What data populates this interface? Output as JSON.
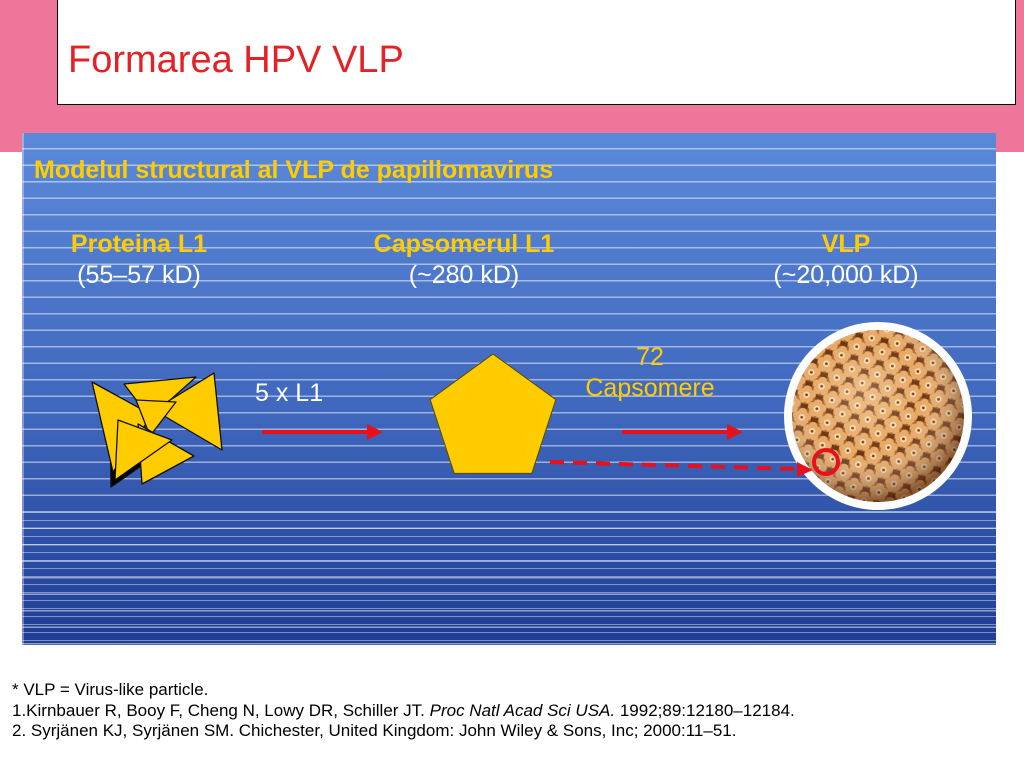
{
  "slide": {
    "title": "Formarea HPV VLP"
  },
  "panel": {
    "heading": "Modelul structural al VLP de papillomavirus",
    "stages": [
      {
        "name": "Proteina L1",
        "mass": "(55–57 kD)"
      },
      {
        "name": "Capsomerul L1",
        "mass": "(~280 kD)"
      },
      {
        "name": "VLP",
        "mass": "(~20,000 kD)"
      }
    ],
    "steps": [
      {
        "label": "5 x L1"
      },
      {
        "count": "72",
        "label": "Capsomere"
      }
    ]
  },
  "footnotes": {
    "definition": "* VLP = Virus-like particle.",
    "ref1": {
      "authors": "1.Kirnbauer R, Booy F, Cheng N, Lowy DR, Schiller JT. ",
      "journal": "Proc Natl Acad Sci USA.",
      "citation": " 1992;89:12180–12184."
    },
    "ref2": "2. Syrjänen KJ, Syrjänen SM. Chichester, United Kingdom: John Wiley & Sons, Inc; 2000:11–51."
  },
  "colors": {
    "pink_band": "#f0759a",
    "title_red": "#e32228",
    "label_yellow": "#ffcc00",
    "arrow_red": "#e8101a",
    "panel_top": "#5b89d9",
    "panel_bottom": "#1f3c93"
  }
}
